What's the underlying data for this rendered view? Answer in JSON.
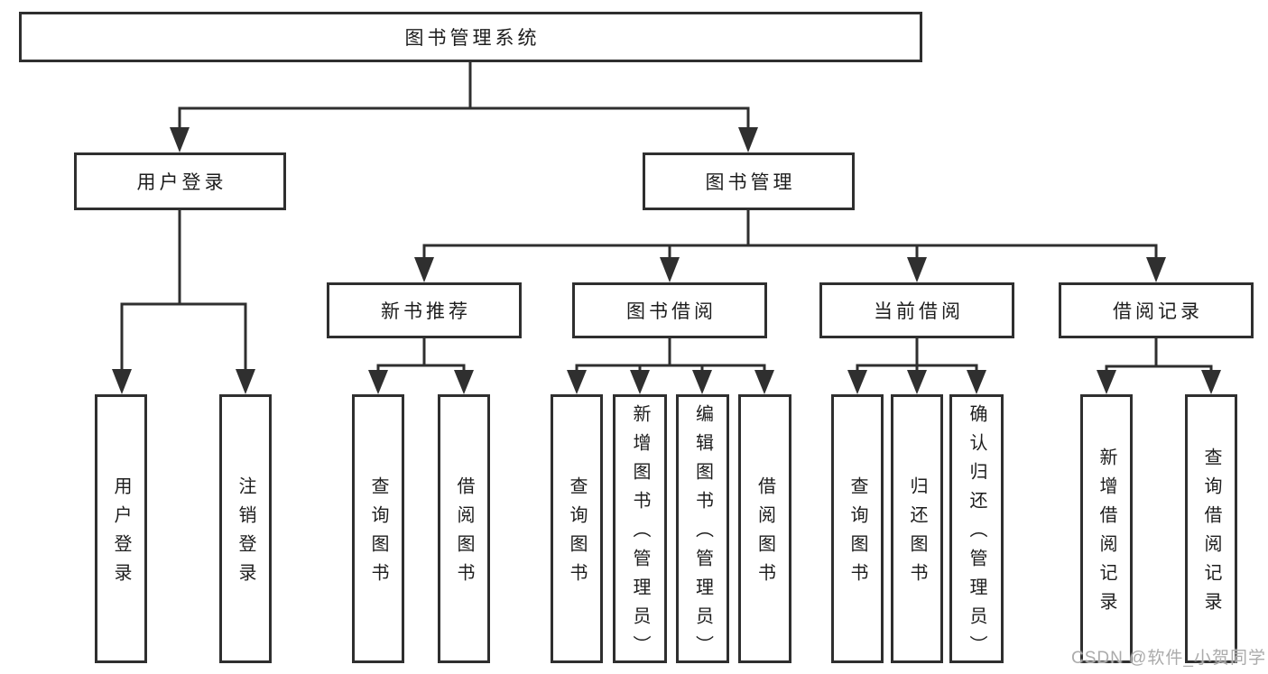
{
  "diagram_type": "hierarchy-chart",
  "nodes": {
    "root": "图书管理系统",
    "user_login": {
      "label": "用户登录",
      "children": [
        "用户登录",
        "注销登录"
      ]
    },
    "book_management": {
      "label": "图书管理"
    },
    "new_books": {
      "label": "新书推荐",
      "children": [
        "查询图书",
        "借阅图书"
      ]
    },
    "book_borrowing": {
      "label": "图书借阅",
      "children": [
        "查询图书",
        "新增图书（管理员）",
        "编辑图书（管理员）",
        "借阅图书"
      ]
    },
    "current_borrowing": {
      "label": "当前借阅",
      "children": [
        "查询图书",
        "归还图书",
        "确认归还（管理员）"
      ]
    },
    "borrowing_records": {
      "label": "借阅记录",
      "children": [
        "新增借阅记录",
        "查询借阅记录"
      ]
    }
  },
  "watermark": "CSDN @软件_小贺同学",
  "colors": {
    "line": "#2f2f2f",
    "text": "#1d1d1d",
    "watermark": "#ababab",
    "background": "#ffffff"
  }
}
